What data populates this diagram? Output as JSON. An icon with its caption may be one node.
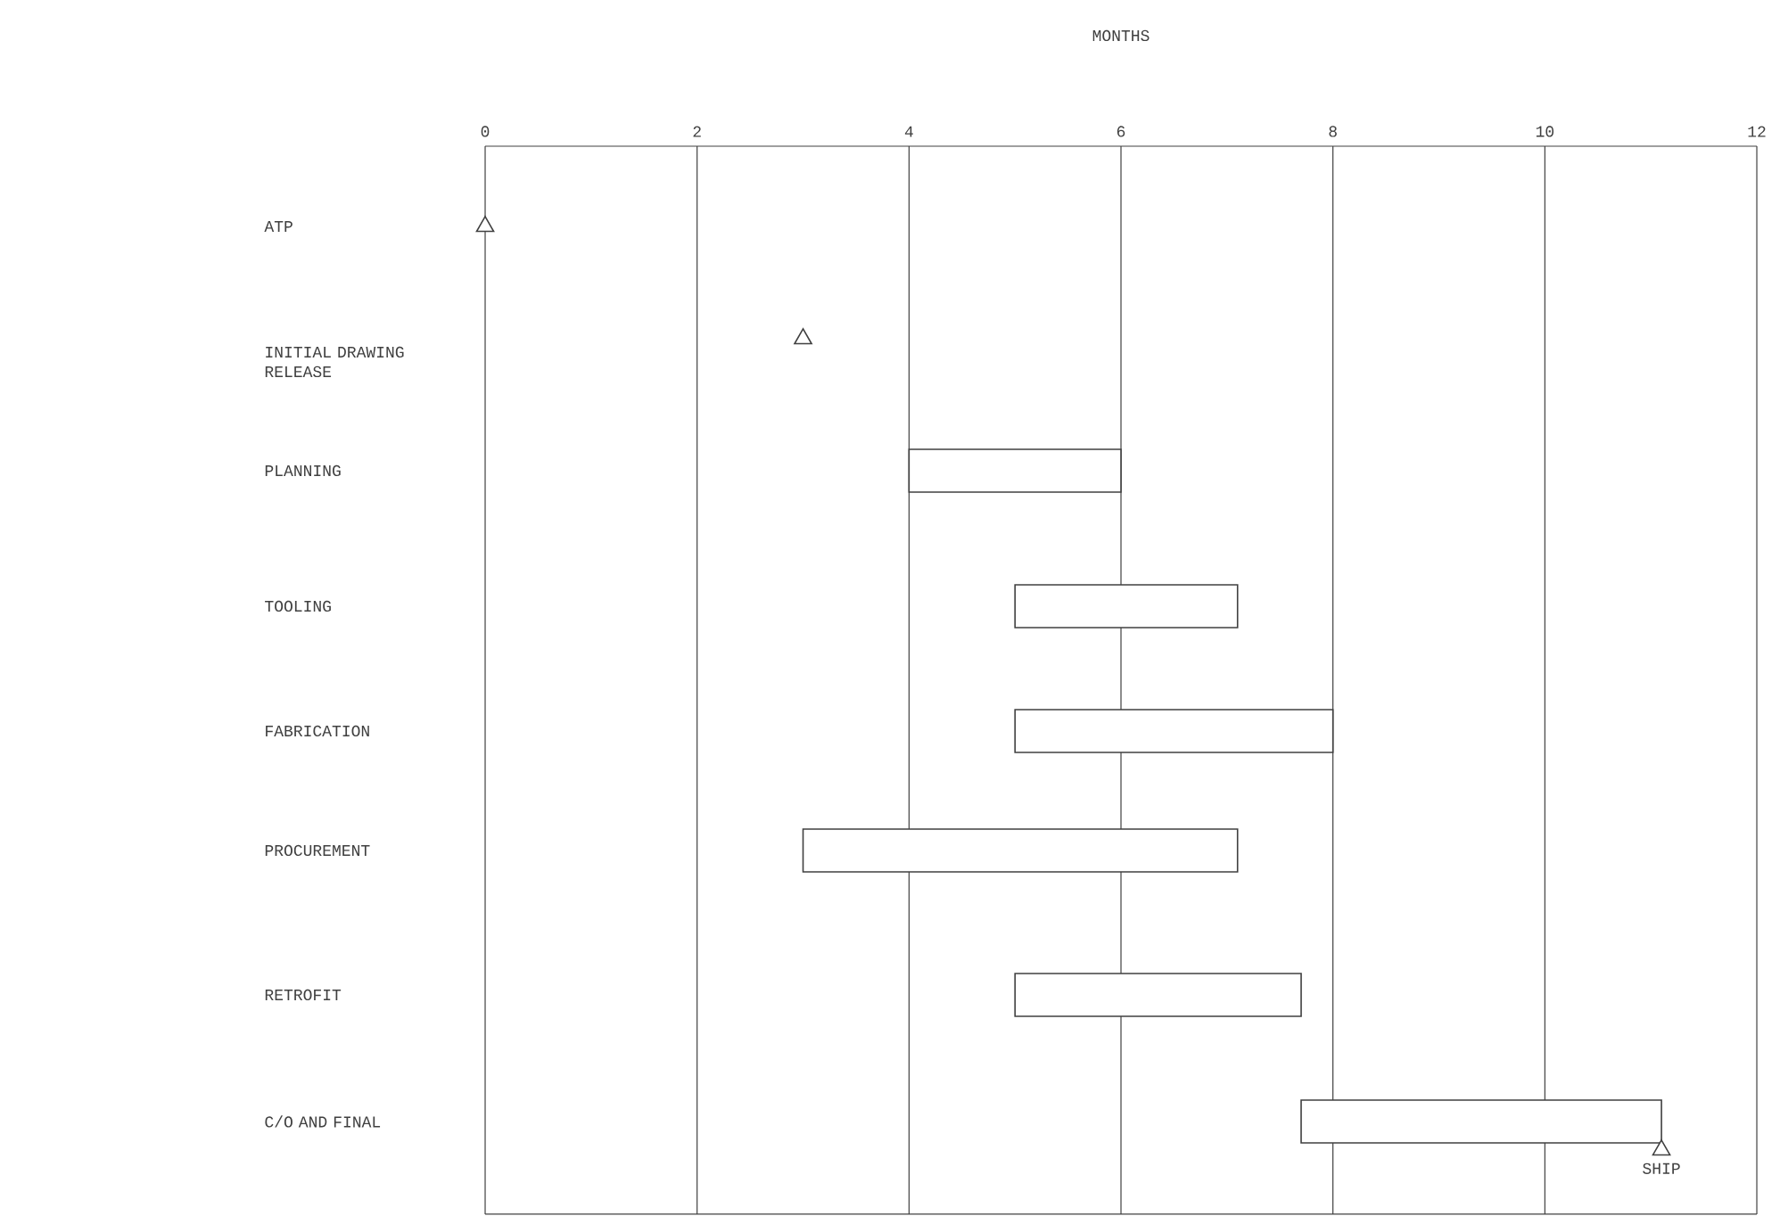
{
  "diagram": {
    "nodes": [
      {
        "text": [],
        "shape": "triangle"
      },
      {
        "text": [],
        "shape": "triangle"
      },
      {
        "text": [],
        "shape": "bar"
      },
      {
        "text": [],
        "shape": "bar"
      },
      {
        "text": [],
        "shape": "bar"
      },
      {
        "text": [],
        "shape": "bar"
      },
      {
        "text": [],
        "shape": "bar"
      },
      {
        "text": [],
        "shape": "bar"
      },
      {
        "text": [],
        "shape": "triangle",
        "beside": [
          "SHIP"
        ]
      }
    ],
    "labels": [
      "MONTHS",
      "0",
      "2",
      "4",
      "6",
      "8",
      "10",
      "12",
      "ATP",
      "INITIAL DRAWING RELEASE",
      "PLANNING",
      "TOOLING",
      "FABRICATION",
      "PROCUREMENT",
      "RETROFIT",
      "C/O AND FINAL"
    ]
  }
}
